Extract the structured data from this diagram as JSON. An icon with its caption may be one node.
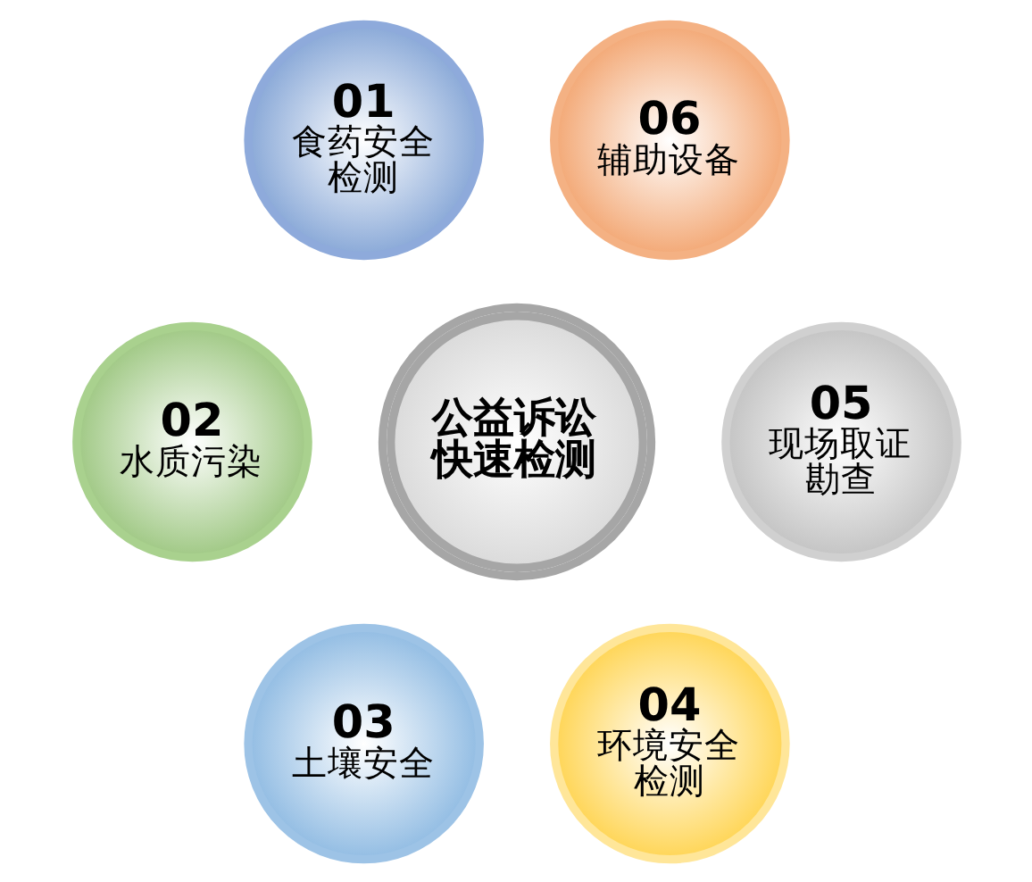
{
  "diagram": {
    "nodes": [
      {
        "text": [
          "公益诉讼快速检测"
        ]
      },
      {
        "text": [
          "01",
          "食药安全检测"
        ]
      },
      {
        "text": [
          "02",
          "水质污染"
        ]
      },
      {
        "text": [
          "03",
          "土壤安全"
        ]
      },
      {
        "text": [
          "04",
          "环境安全检测"
        ]
      },
      {
        "text": [
          "05",
          "现场取证勘查"
        ]
      },
      {
        "text": [
          "06",
          "辅助设备"
        ]
      }
    ]
  }
}
